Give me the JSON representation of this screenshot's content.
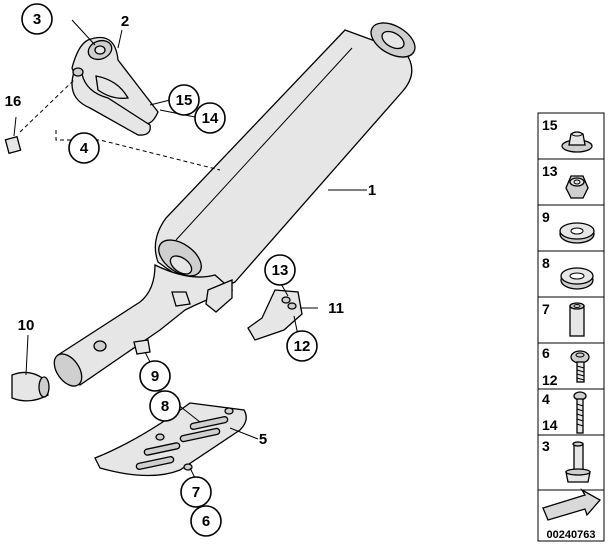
{
  "callouts": {
    "c1": "1",
    "c2": "2",
    "c3": "3",
    "c4": "4",
    "c5": "5",
    "c6": "6",
    "c7": "7",
    "c8": "8",
    "c9": "9",
    "c10": "10",
    "c11": "11",
    "c12": "12",
    "c13": "13",
    "c14": "14",
    "c15": "15",
    "c16": "16"
  },
  "sidebar": {
    "items": [
      {
        "labels": [
          "15"
        ]
      },
      {
        "labels": [
          "13"
        ]
      },
      {
        "labels": [
          "9"
        ]
      },
      {
        "labels": [
          "8"
        ]
      },
      {
        "labels": [
          "7"
        ]
      },
      {
        "labels": [
          "6",
          "12"
        ]
      },
      {
        "labels": [
          "4",
          "14"
        ]
      },
      {
        "labels": [
          "3"
        ]
      }
    ]
  },
  "doc_number": "00240763"
}
